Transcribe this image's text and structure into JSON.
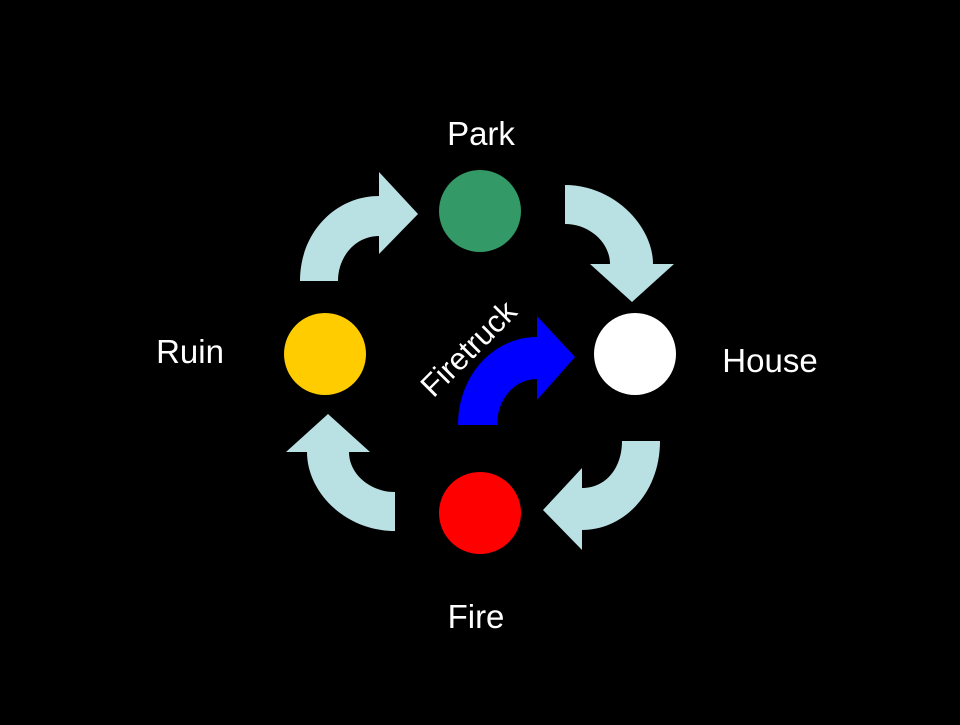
{
  "diagram": {
    "type": "cycle",
    "background_color": "#000000",
    "cycle_arrow_color": "#B9E0E3",
    "nodes": [
      {
        "id": "park",
        "label": "Park",
        "color": "#339966"
      },
      {
        "id": "house",
        "label": "House",
        "color": "#FFFFFF"
      },
      {
        "id": "fire",
        "label": "Fire",
        "color": "#FF0000"
      },
      {
        "id": "ruin",
        "label": "Ruin",
        "color": "#FFCC00"
      }
    ],
    "edges": [
      {
        "from": "ruin",
        "to": "park"
      },
      {
        "from": "park",
        "to": "house"
      },
      {
        "from": "house",
        "to": "fire"
      },
      {
        "from": "fire",
        "to": "ruin"
      }
    ],
    "special_edge": {
      "label": "Firetruck",
      "to": "house",
      "color": "#0000FF"
    }
  }
}
